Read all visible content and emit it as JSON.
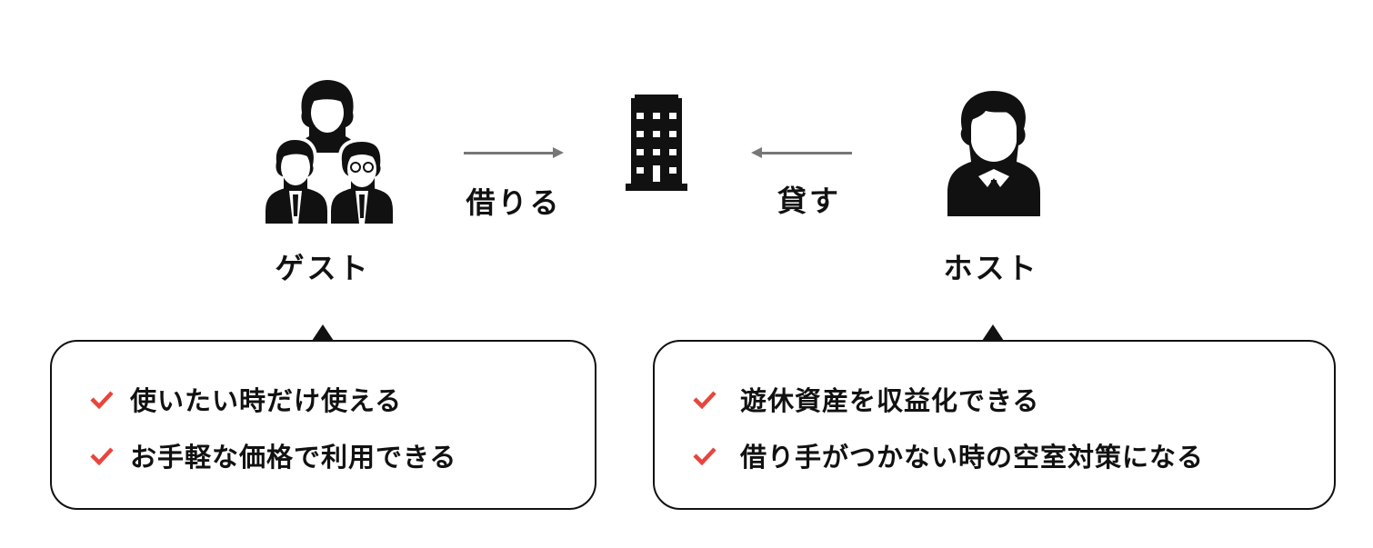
{
  "guest": {
    "label": "ゲスト",
    "action": "借りる"
  },
  "host": {
    "label": "ホスト",
    "action": "貸す"
  },
  "guest_benefits": [
    "使いたい時だけ使える",
    "お手軽な価格で利用できる"
  ],
  "host_benefits": [
    "遊休資産を収益化できる",
    "借り手がつかない時の空室対策になる"
  ],
  "colors": {
    "check": "#e8453c",
    "arrow": "#777777"
  }
}
